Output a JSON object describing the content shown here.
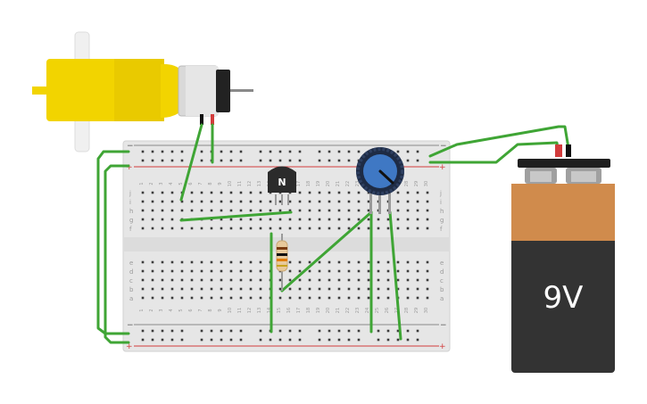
{
  "battery": {
    "label": "9V"
  },
  "transistor": {
    "label": "N"
  },
  "breadboard": {
    "row_labels_top": [
      "j",
      "i",
      "h",
      "g",
      "f"
    ],
    "row_labels_bottom": [
      "e",
      "d",
      "c",
      "b",
      "a"
    ],
    "columns": [
      "1",
      "2",
      "3",
      "4",
      "5",
      "6",
      "7",
      "8",
      "9",
      "10",
      "11",
      "12",
      "13",
      "14",
      "15",
      "16",
      "17",
      "18",
      "19",
      "20",
      "21",
      "22",
      "23",
      "24",
      "25",
      "26",
      "27",
      "28",
      "29",
      "30"
    ],
    "rail_minus": "−",
    "rail_plus": "+"
  },
  "colors": {
    "wire": "#3fa535",
    "board": "#e6e6e6",
    "rail_red": "#d23c3c",
    "motor_yellow": "#f2d400",
    "battery_orange": "#d08b4c",
    "battery_body": "#333333",
    "pot_blue": "#3f78c4"
  },
  "icons": [
    "dc-motor-icon",
    "battery-icon",
    "transistor-icon",
    "potentiometer-icon",
    "resistor-icon"
  ]
}
